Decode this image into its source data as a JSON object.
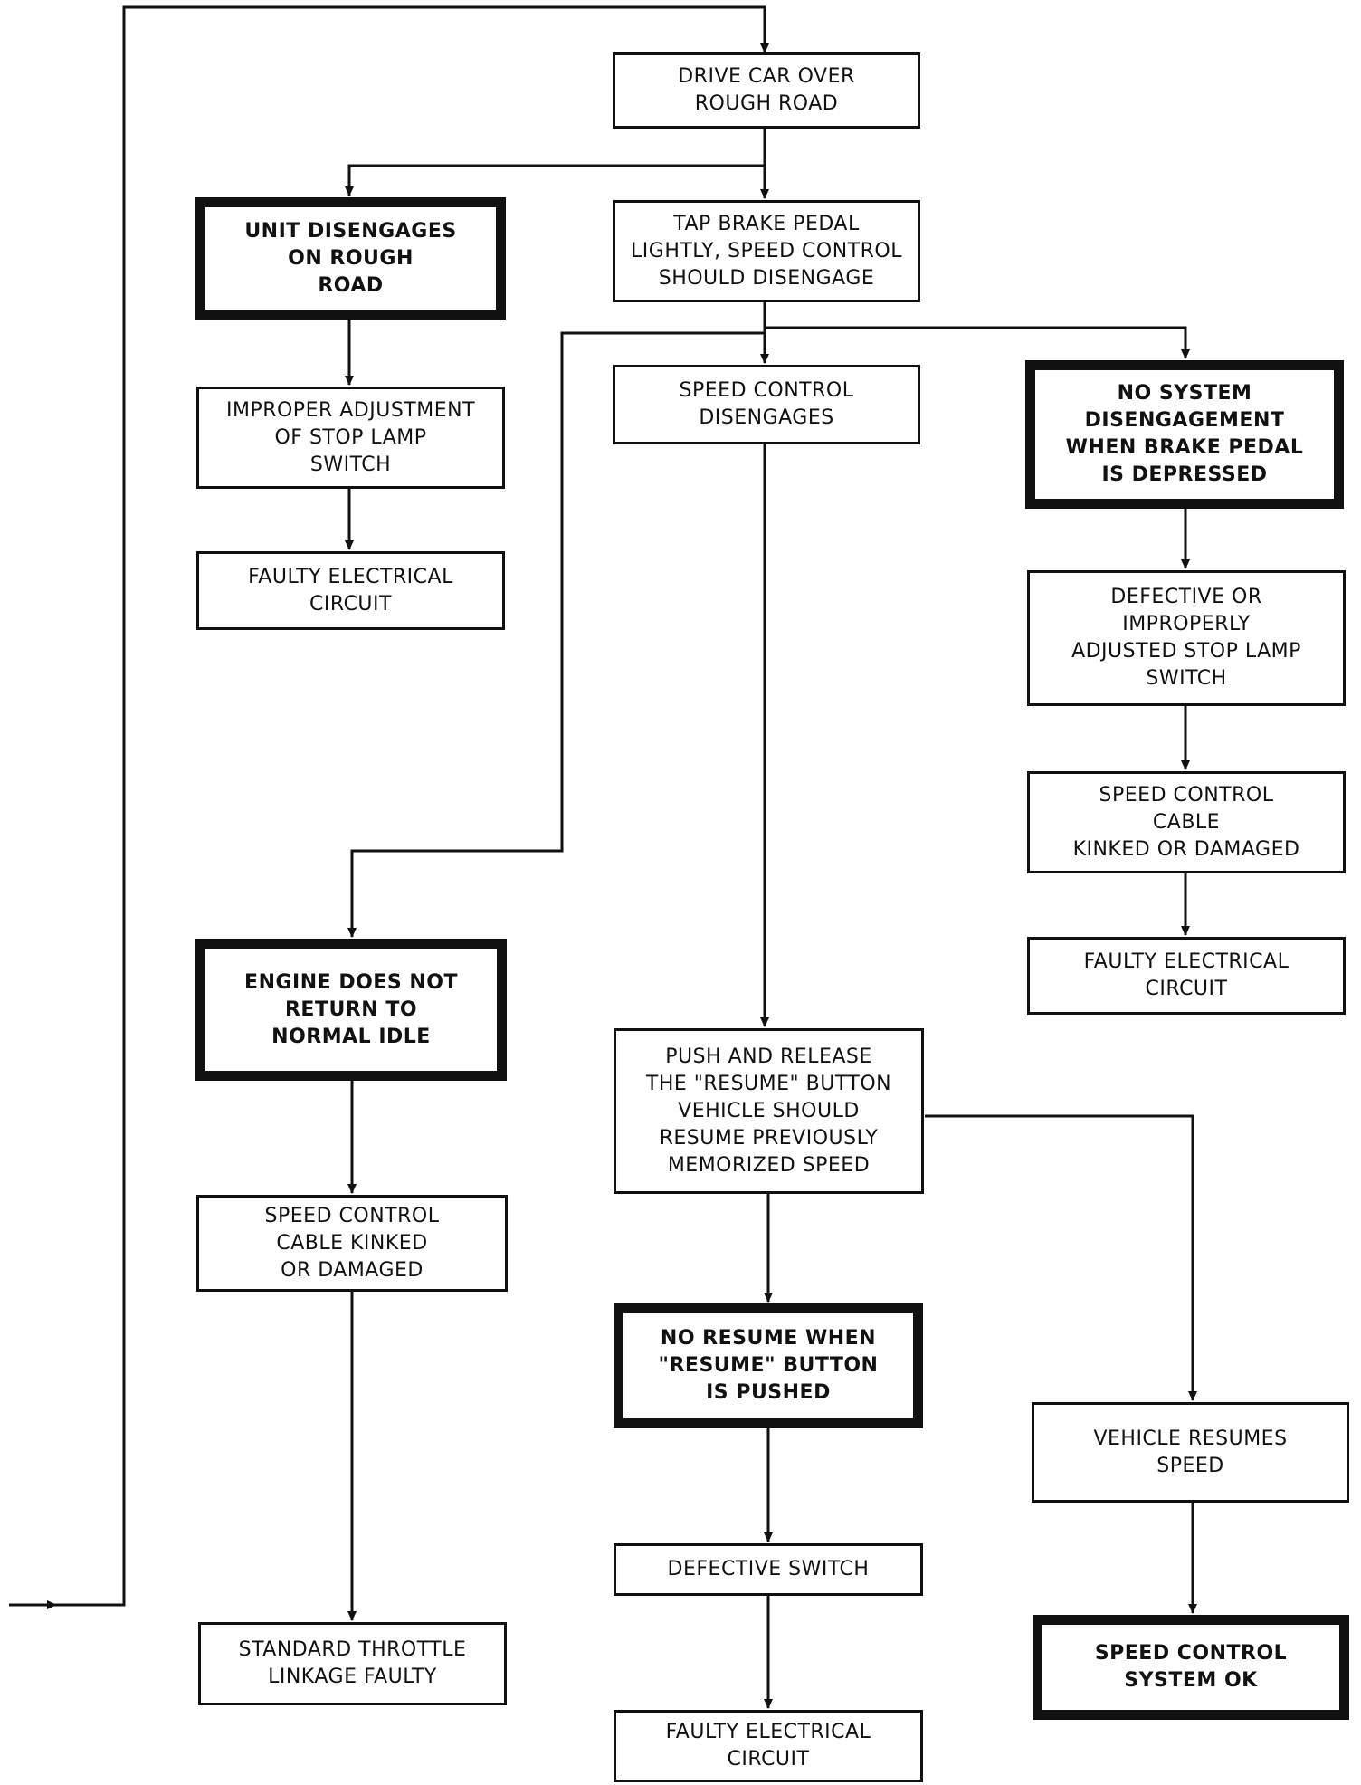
{
  "diagram": {
    "boxes": [
      {
        "id": "drive-car-over-rough-road",
        "text": "DRIVE CAR OVER\nROUGH ROAD",
        "emphasis": false
      },
      {
        "id": "unit-disengages-on-rough-road",
        "text": "UNIT DISENGAGES\nON ROUGH\nROAD",
        "emphasis": true
      },
      {
        "id": "tap-brake-pedal",
        "text": "TAP BRAKE PEDAL\nLIGHTLY, SPEED CONTROL\nSHOULD DISENGAGE",
        "emphasis": false
      },
      {
        "id": "improper-adjustment-stop-lamp",
        "text": "IMPROPER ADJUSTMENT\nOF STOP LAMP\nSWITCH",
        "emphasis": false
      },
      {
        "id": "faulty-electrical-circuit-left",
        "text": "FAULTY ELECTRICAL\nCIRCUIT",
        "emphasis": false
      },
      {
        "id": "speed-control-disengages",
        "text": "SPEED CONTROL\nDISENGAGES",
        "emphasis": false
      },
      {
        "id": "no-system-disengagement",
        "text": "NO SYSTEM\nDISENGAGEMENT\nWHEN BRAKE PEDAL\nIS DEPRESSED",
        "emphasis": true
      },
      {
        "id": "defective-stop-lamp-switch",
        "text": "DEFECTIVE OR\nIMPROPERLY\nADJUSTED STOP LAMP\nSWITCH",
        "emphasis": false
      },
      {
        "id": "speed-control-cable-right",
        "text": "SPEED CONTROL\nCABLE\nKINKED OR DAMAGED",
        "emphasis": false
      },
      {
        "id": "faulty-electrical-circuit-right",
        "text": "FAULTY ELECTRICAL\nCIRCUIT",
        "emphasis": false
      },
      {
        "id": "engine-does-not-return-idle",
        "text": "ENGINE DOES NOT\nRETURN TO\nNORMAL IDLE",
        "emphasis": true
      },
      {
        "id": "push-release-resume",
        "text": "PUSH AND RELEASE\nTHE \"RESUME\" BUTTON\nVEHICLE SHOULD\nRESUME PREVIOUSLY\nMEMORIZED SPEED",
        "emphasis": false
      },
      {
        "id": "speed-control-cable-left",
        "text": "SPEED CONTROL\nCABLE KINKED\nOR DAMAGED",
        "emphasis": false
      },
      {
        "id": "no-resume",
        "text": "NO RESUME WHEN\n\"RESUME\" BUTTON\nIS PUSHED",
        "emphasis": true
      },
      {
        "id": "vehicle-resumes-speed",
        "text": "VEHICLE RESUMES\nSPEED",
        "emphasis": false
      },
      {
        "id": "defective-switch",
        "text": "DEFECTIVE SWITCH",
        "emphasis": false
      },
      {
        "id": "standard-throttle-linkage",
        "text": "STANDARD THROTTLE\nLINKAGE FAULTY",
        "emphasis": false
      },
      {
        "id": "speed-control-system-ok",
        "text": "SPEED CONTROL\nSYSTEM OK",
        "emphasis": true
      },
      {
        "id": "faulty-electrical-circuit-bottom",
        "text": "FAULTY ELECTRICAL\nCIRCUIT",
        "emphasis": false
      }
    ],
    "edges": [
      {
        "from": "drive-car-over-rough-road",
        "to": "unit-disengages-on-rough-road"
      },
      {
        "from": "drive-car-over-rough-road",
        "to": "tap-brake-pedal"
      },
      {
        "from": "unit-disengages-on-rough-road",
        "to": "improper-adjustment-stop-lamp"
      },
      {
        "from": "improper-adjustment-stop-lamp",
        "to": "faulty-electrical-circuit-left"
      },
      {
        "from": "tap-brake-pedal",
        "to": "speed-control-disengages"
      },
      {
        "from": "tap-brake-pedal",
        "to": "no-system-disengagement"
      },
      {
        "from": "tap-brake-pedal",
        "to": "engine-does-not-return-idle"
      },
      {
        "from": "no-system-disengagement",
        "to": "defective-stop-lamp-switch"
      },
      {
        "from": "defective-stop-lamp-switch",
        "to": "speed-control-cable-right"
      },
      {
        "from": "speed-control-cable-right",
        "to": "faulty-electrical-circuit-right"
      },
      {
        "from": "speed-control-disengages",
        "to": "push-release-resume"
      },
      {
        "from": "engine-does-not-return-idle",
        "to": "speed-control-cable-left"
      },
      {
        "from": "speed-control-cable-left",
        "to": "standard-throttle-linkage"
      },
      {
        "from": "push-release-resume",
        "to": "no-resume"
      },
      {
        "from": "push-release-resume",
        "to": "vehicle-resumes-speed"
      },
      {
        "from": "no-resume",
        "to": "defective-switch"
      },
      {
        "from": "defective-switch",
        "to": "faulty-electrical-circuit-bottom"
      },
      {
        "from": "vehicle-resumes-speed",
        "to": "speed-control-system-ok"
      },
      {
        "from": "off-page-entry",
        "to": "drive-car-over-rough-road"
      }
    ]
  }
}
